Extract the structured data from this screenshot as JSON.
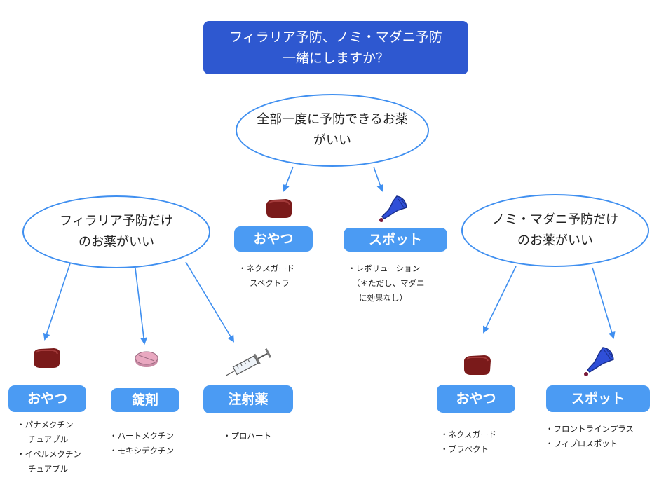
{
  "title": {
    "line1": "フィラリア予防、ノミ・マダニ予防",
    "line2": "一緒にしますか？"
  },
  "center_node": {
    "line1": "全部一度に予防できるお薬",
    "line2": "がいい"
  },
  "left_node": {
    "line1": "フィラリア予防だけ",
    "line2": "のお薬がいい"
  },
  "right_node": {
    "line1": "ノミ・マダニ予防だけ",
    "line2": "のお薬がいい"
  },
  "center_options": [
    {
      "label": "おやつ",
      "icon": "chew-treat-icon",
      "notes": [
        "・ネクスガード",
        "スペクトラ"
      ]
    },
    {
      "label": "スポット",
      "icon": "spot-pipette-icon",
      "notes": [
        "・レボリューション",
        "（＊ただし、マダニ",
        "に効果なし）"
      ]
    }
  ],
  "left_options": [
    {
      "label": "おやつ",
      "icon": "chew-treat-icon",
      "notes": [
        "・パナメクチン",
        "チュアブル",
        "・イベルメクチン",
        "チュアブル"
      ]
    },
    {
      "label": "錠剤",
      "icon": "tablet-icon",
      "notes": [
        "・ハートメクチン",
        "・モキシデクチン"
      ]
    },
    {
      "label": "注射薬",
      "icon": "syringe-icon",
      "notes": [
        "・プロハート"
      ]
    }
  ],
  "right_options": [
    {
      "label": "おやつ",
      "icon": "chew-treat-icon",
      "notes": [
        "・ネクスガード",
        "・ブラベクト"
      ]
    },
    {
      "label": "スポット",
      "icon": "spot-pipette-icon",
      "notes": [
        "・フロントラインプラス",
        "・フィプロスポット"
      ]
    }
  ],
  "colors": {
    "title_bg": "#2e58d0",
    "pill_bg": "#4b9bf3",
    "ellipse_border": "#3f8ff0",
    "arrow": "#3f8ff0",
    "treat": "#7a1a1a",
    "spot": "#2f4fd8",
    "tablet": "#e9a8c0"
  }
}
